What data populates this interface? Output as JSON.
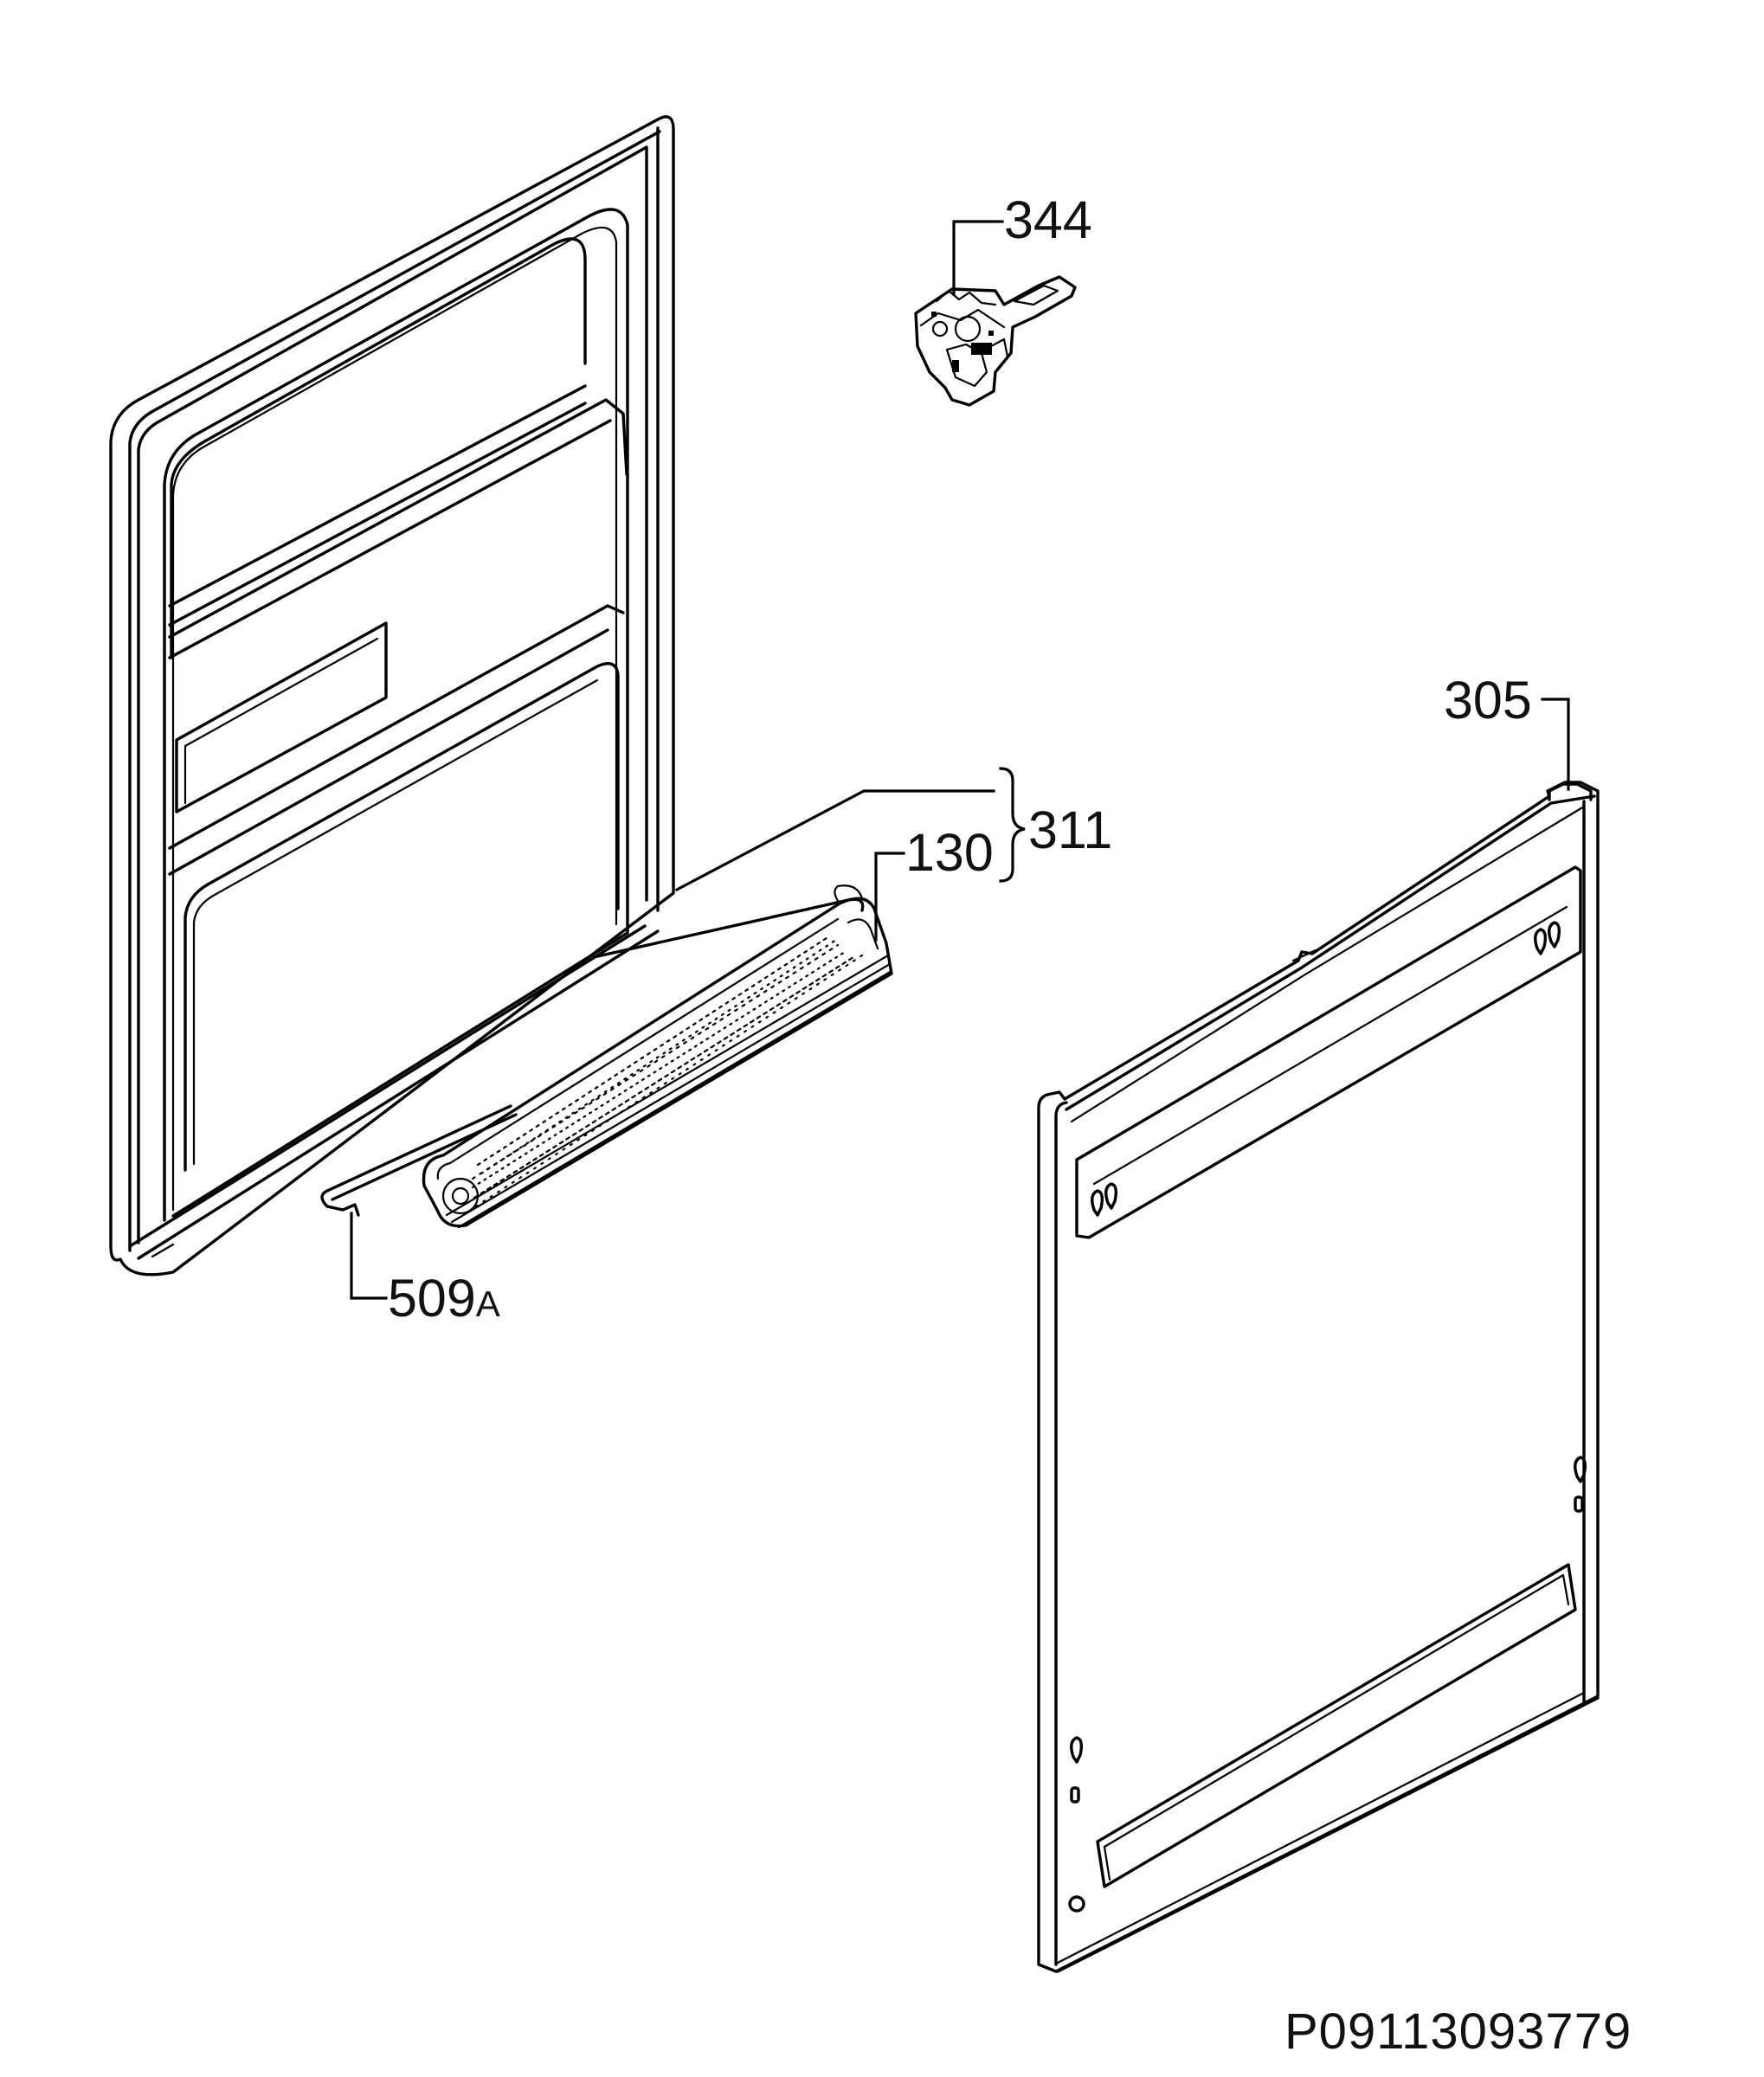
{
  "parts": [
    {
      "ref": "344"
    },
    {
      "ref": "305"
    },
    {
      "ref": "311"
    },
    {
      "ref": "130"
    },
    {
      "ref": "509",
      "suffix": "A"
    }
  ],
  "drawing_number": "P09113093779"
}
